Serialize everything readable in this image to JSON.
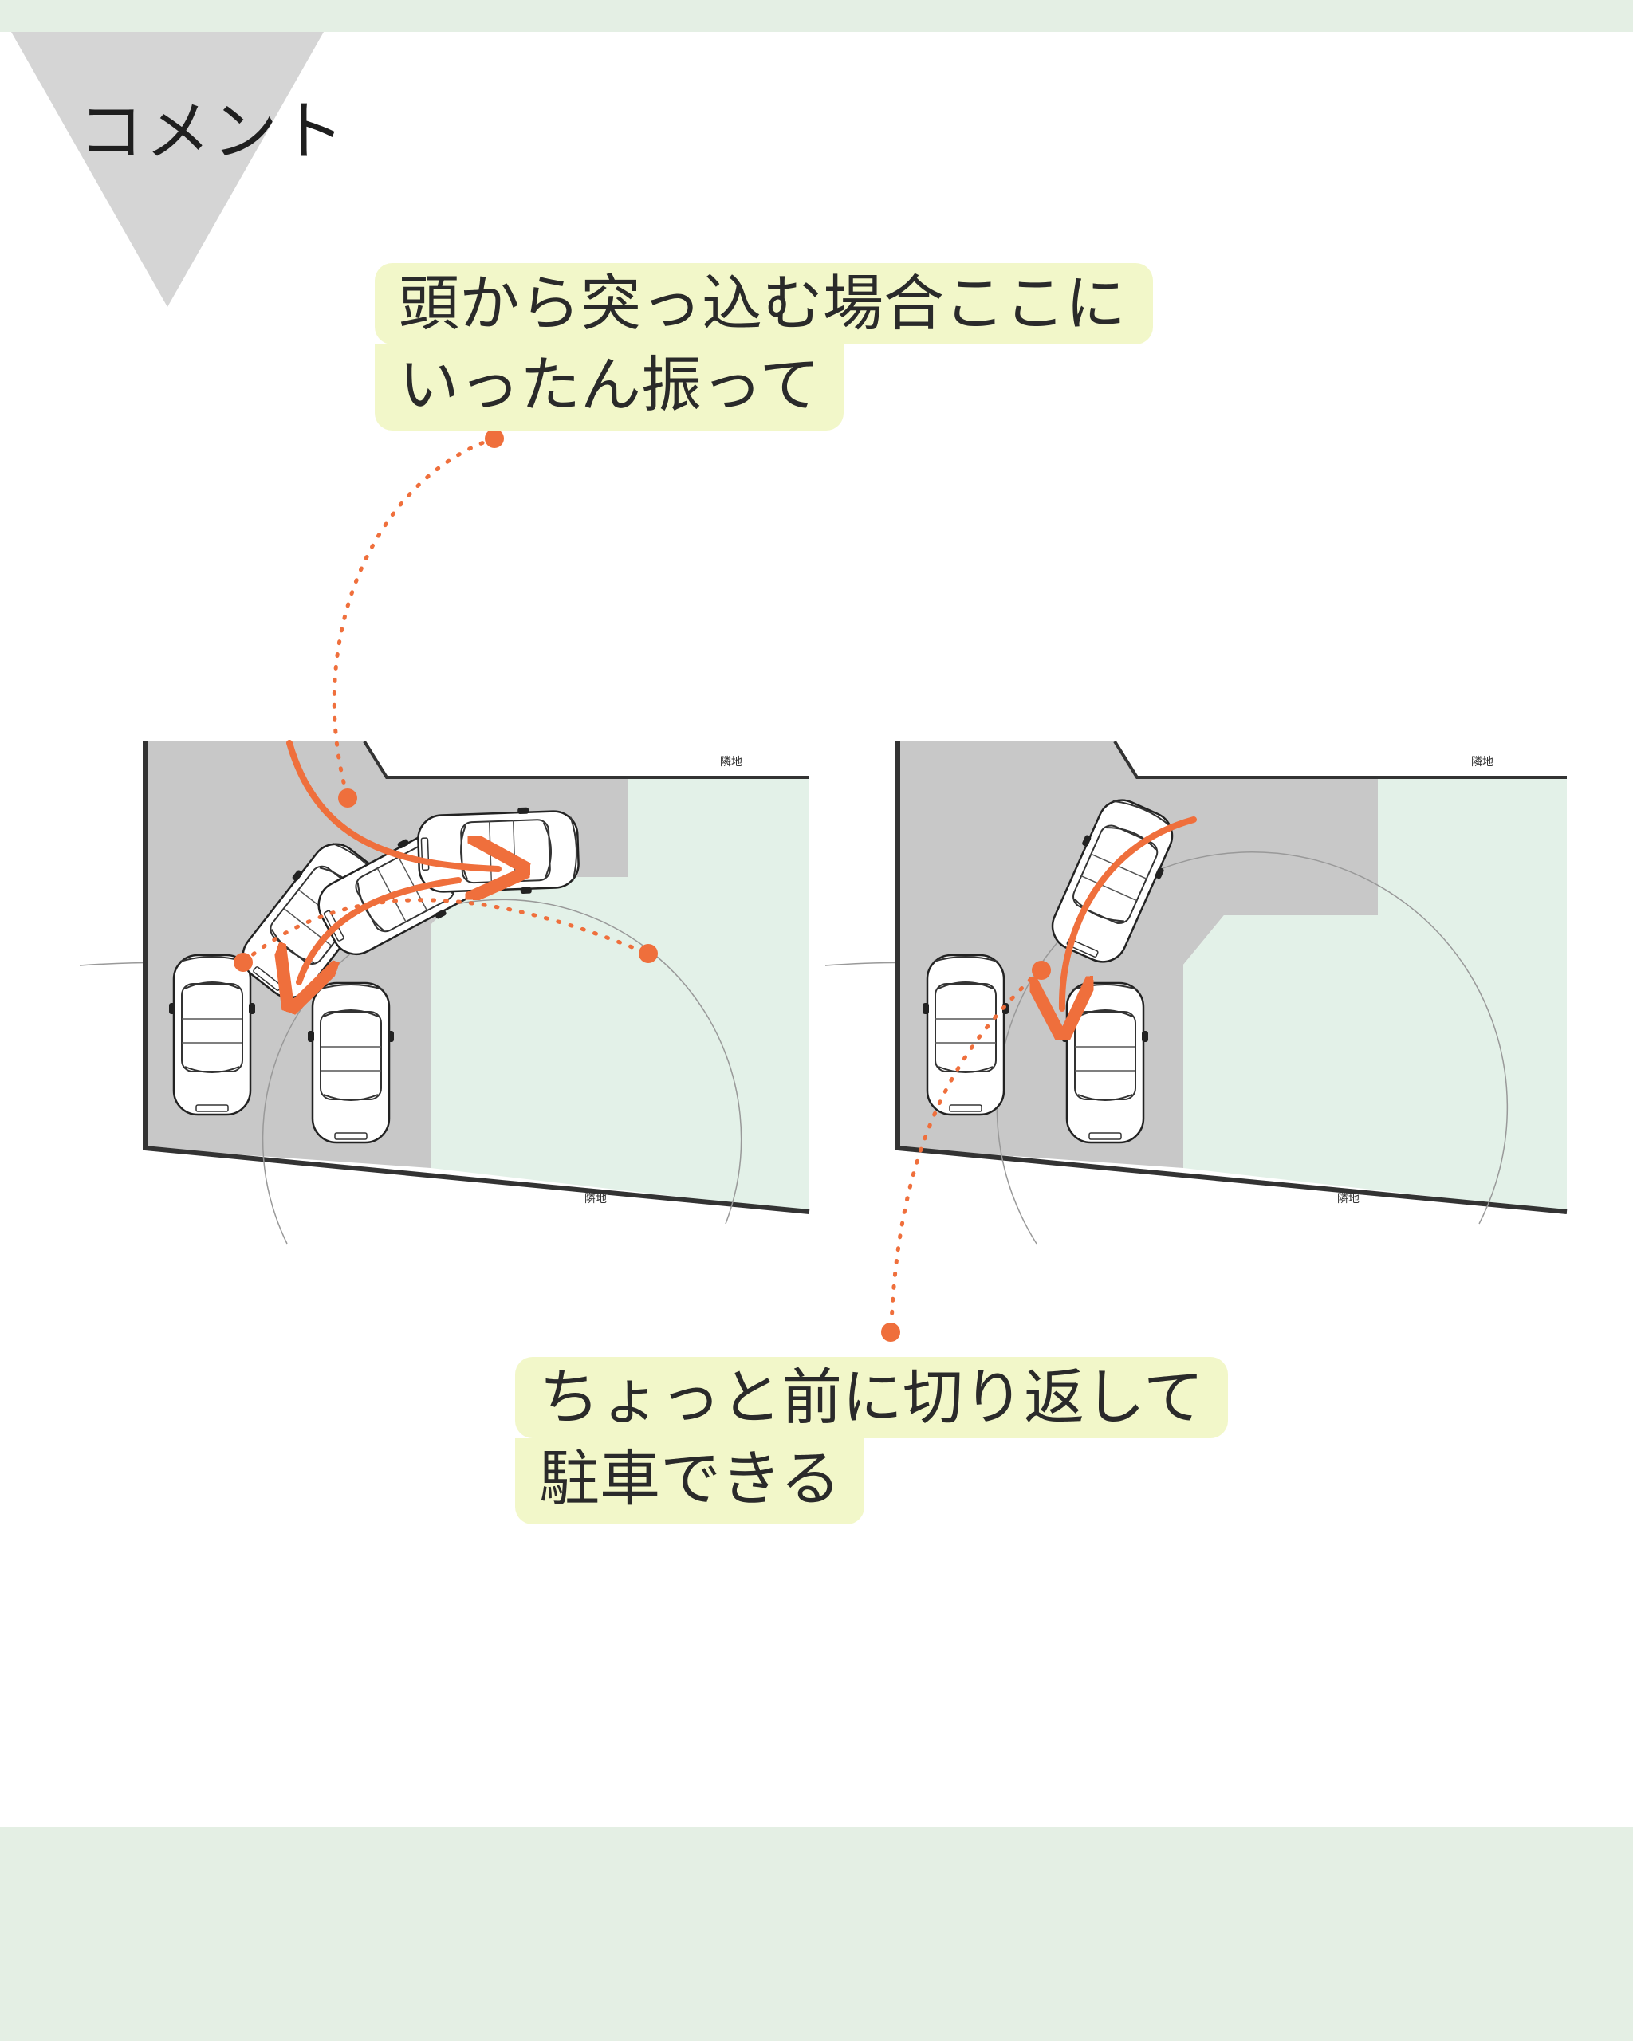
{
  "header": {
    "corner_label": "コメント"
  },
  "callouts": [
    {
      "id": "callout-head-in",
      "lines": [
        "頭から突っ込む場合ここに",
        "いったん振って"
      ]
    },
    {
      "id": "callout-turn-back",
      "lines": [
        "ちょっと前に切り返して",
        "駐車できる"
      ]
    }
  ],
  "plans": {
    "left": {
      "neighbor_top": "隣地",
      "neighbor_bottom": "隣地"
    },
    "right": {
      "neighbor_top": "隣地",
      "neighbor_bottom": "隣地"
    }
  },
  "colors": {
    "accent": "#ef6f3c",
    "band": "#e4efe4",
    "callout_bg": "#f2f7c9",
    "corner": "#d5d5d5",
    "parking": "#c8c8c8",
    "garden": "#e3f1e8",
    "wall": "#333333"
  }
}
